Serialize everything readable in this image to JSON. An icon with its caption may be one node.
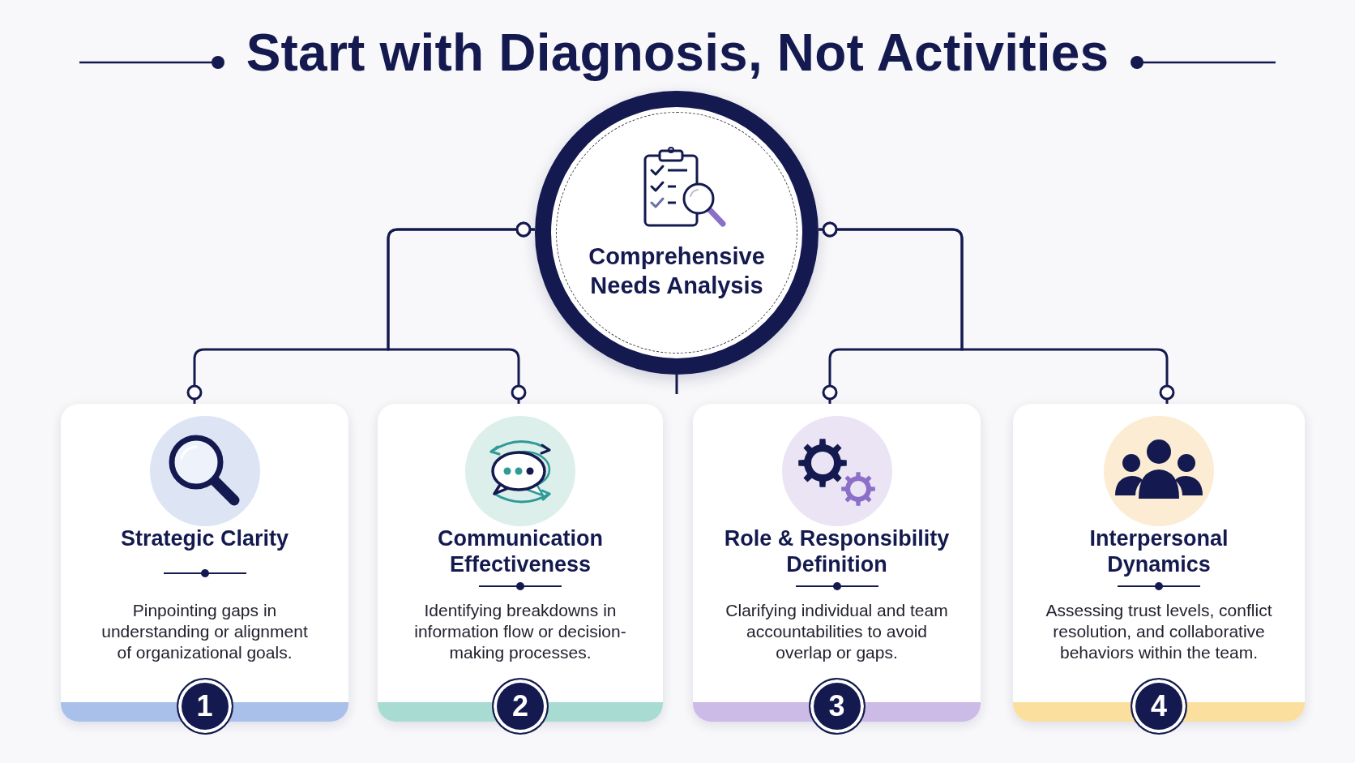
{
  "diagram": {
    "title": "Start with Diagnosis, Not Activities",
    "nodes": [
      {
        "text": [
          "Comprehensive Needs Analysis"
        ]
      },
      {
        "text": [
          "Strategic Clarity",
          "Pinpointing gaps in understanding or alignment of organizational goals.",
          "1"
        ]
      },
      {
        "text": [
          "Communication Effectiveness",
          "Identifying breakdowns in information flow or decision-making processes.",
          "2"
        ]
      },
      {
        "text": [
          "Role & Responsibility Definition",
          "Clarifying individual and team accountabilities to avoid overlap or gaps.",
          "3"
        ]
      },
      {
        "text": [
          "Interpersonal Dynamics",
          "Assessing trust levels, conflict resolution, and collaborative behaviors within the team.",
          "4"
        ]
      }
    ],
    "edges": [
      {
        "from": 0,
        "to": 1,
        "arrow": "other"
      },
      {
        "from": 0,
        "to": 2,
        "arrow": "other"
      },
      {
        "from": 0,
        "to": 3,
        "arrow": "other"
      },
      {
        "from": 0,
        "to": 4,
        "arrow": "other"
      },
      {
        "from": 0,
        "to": null,
        "arrow": "none"
      }
    ]
  }
}
